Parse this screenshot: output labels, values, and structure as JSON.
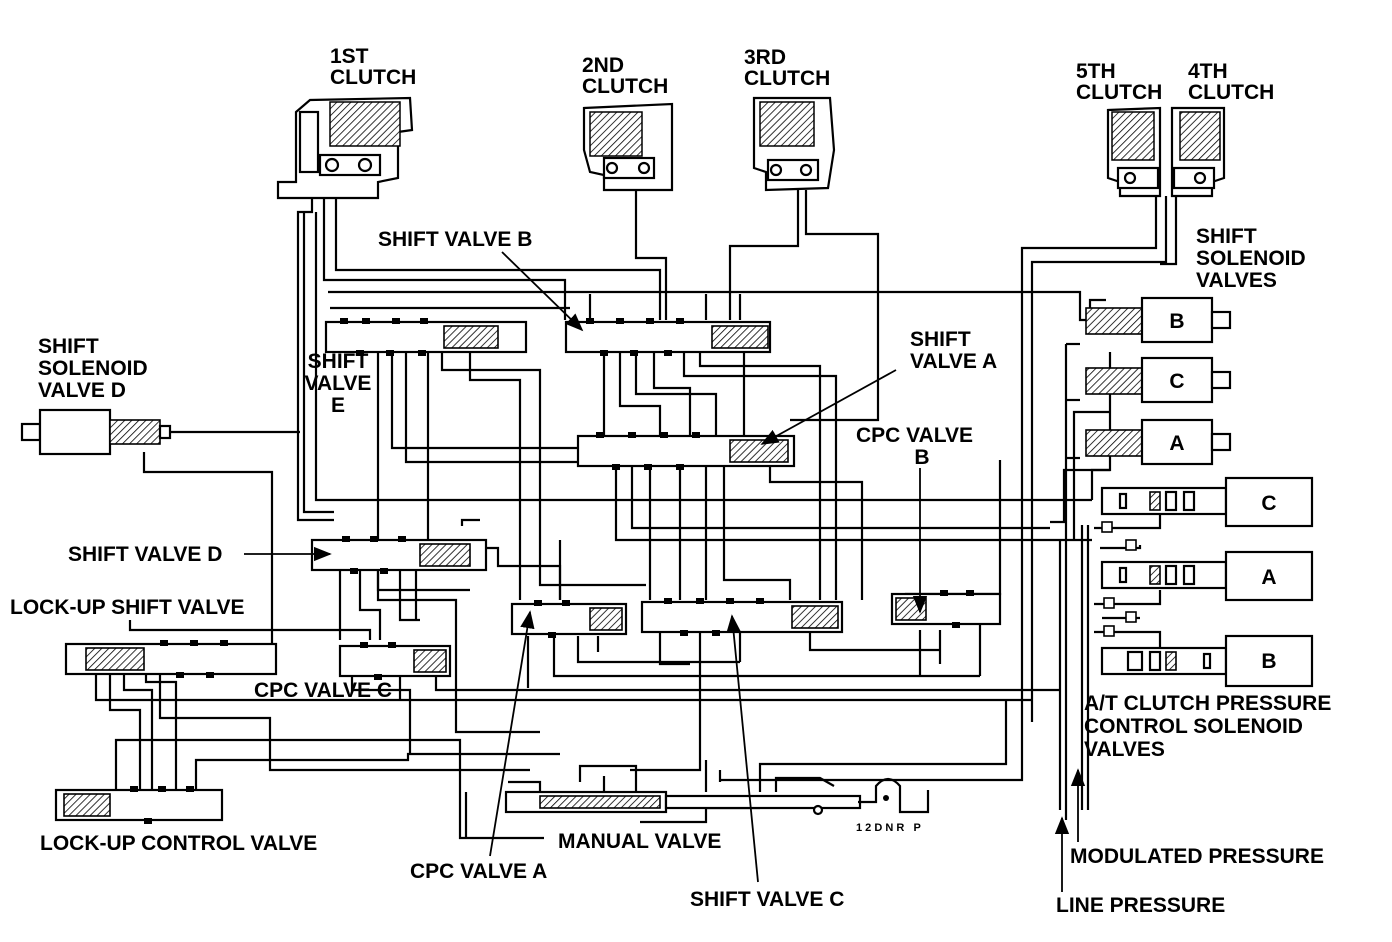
{
  "labels": {
    "clutch1": [
      "1ST",
      "CLUTCH"
    ],
    "clutch2": [
      "2ND",
      "CLUTCH"
    ],
    "clutch3": [
      "3RD",
      "CLUTCH"
    ],
    "clutch5": [
      "5TH",
      "CLUTCH"
    ],
    "clutch4": [
      "4TH",
      "CLUTCH"
    ],
    "shift_solenoid_valves": [
      "SHIFT",
      "SOLENOID",
      "VALVES"
    ],
    "shift_valve_b": "SHIFT VALVE B",
    "shift_valve_a": [
      "SHIFT",
      "VALVE A"
    ],
    "shift_valve_e": [
      "SHIFT",
      "VALVE",
      "E"
    ],
    "shift_solenoid_valve_d": [
      "SHIFT",
      "SOLENOID",
      "VALVE D"
    ],
    "cpc_valve_b": [
      "CPC VALVE",
      "B"
    ],
    "shift_valve_d": "SHIFT VALVE D",
    "lockup_shift_valve": "LOCK-UP SHIFT VALVE",
    "cpc_valve_c": "CPC VALVE C",
    "lockup_control_valve": "LOCK-UP CONTROL VALVE",
    "manual_valve": "MANUAL VALVE",
    "cpc_valve_a": "CPC VALVE A",
    "shift_valve_c": "SHIFT VALVE C",
    "at_clutch_pressure": [
      "A/T CLUTCH PRESSURE",
      "CONTROL SOLENOID",
      "VALVES"
    ],
    "modulated_pressure": "MODULATED PRESSURE",
    "line_pressure": "LINE PRESSURE",
    "manual_positions": "1 2 D N R   P"
  },
  "shift_solenoids": [
    "B",
    "C",
    "A"
  ],
  "clutch_pressure_solenoids": [
    "C",
    "A",
    "B"
  ]
}
